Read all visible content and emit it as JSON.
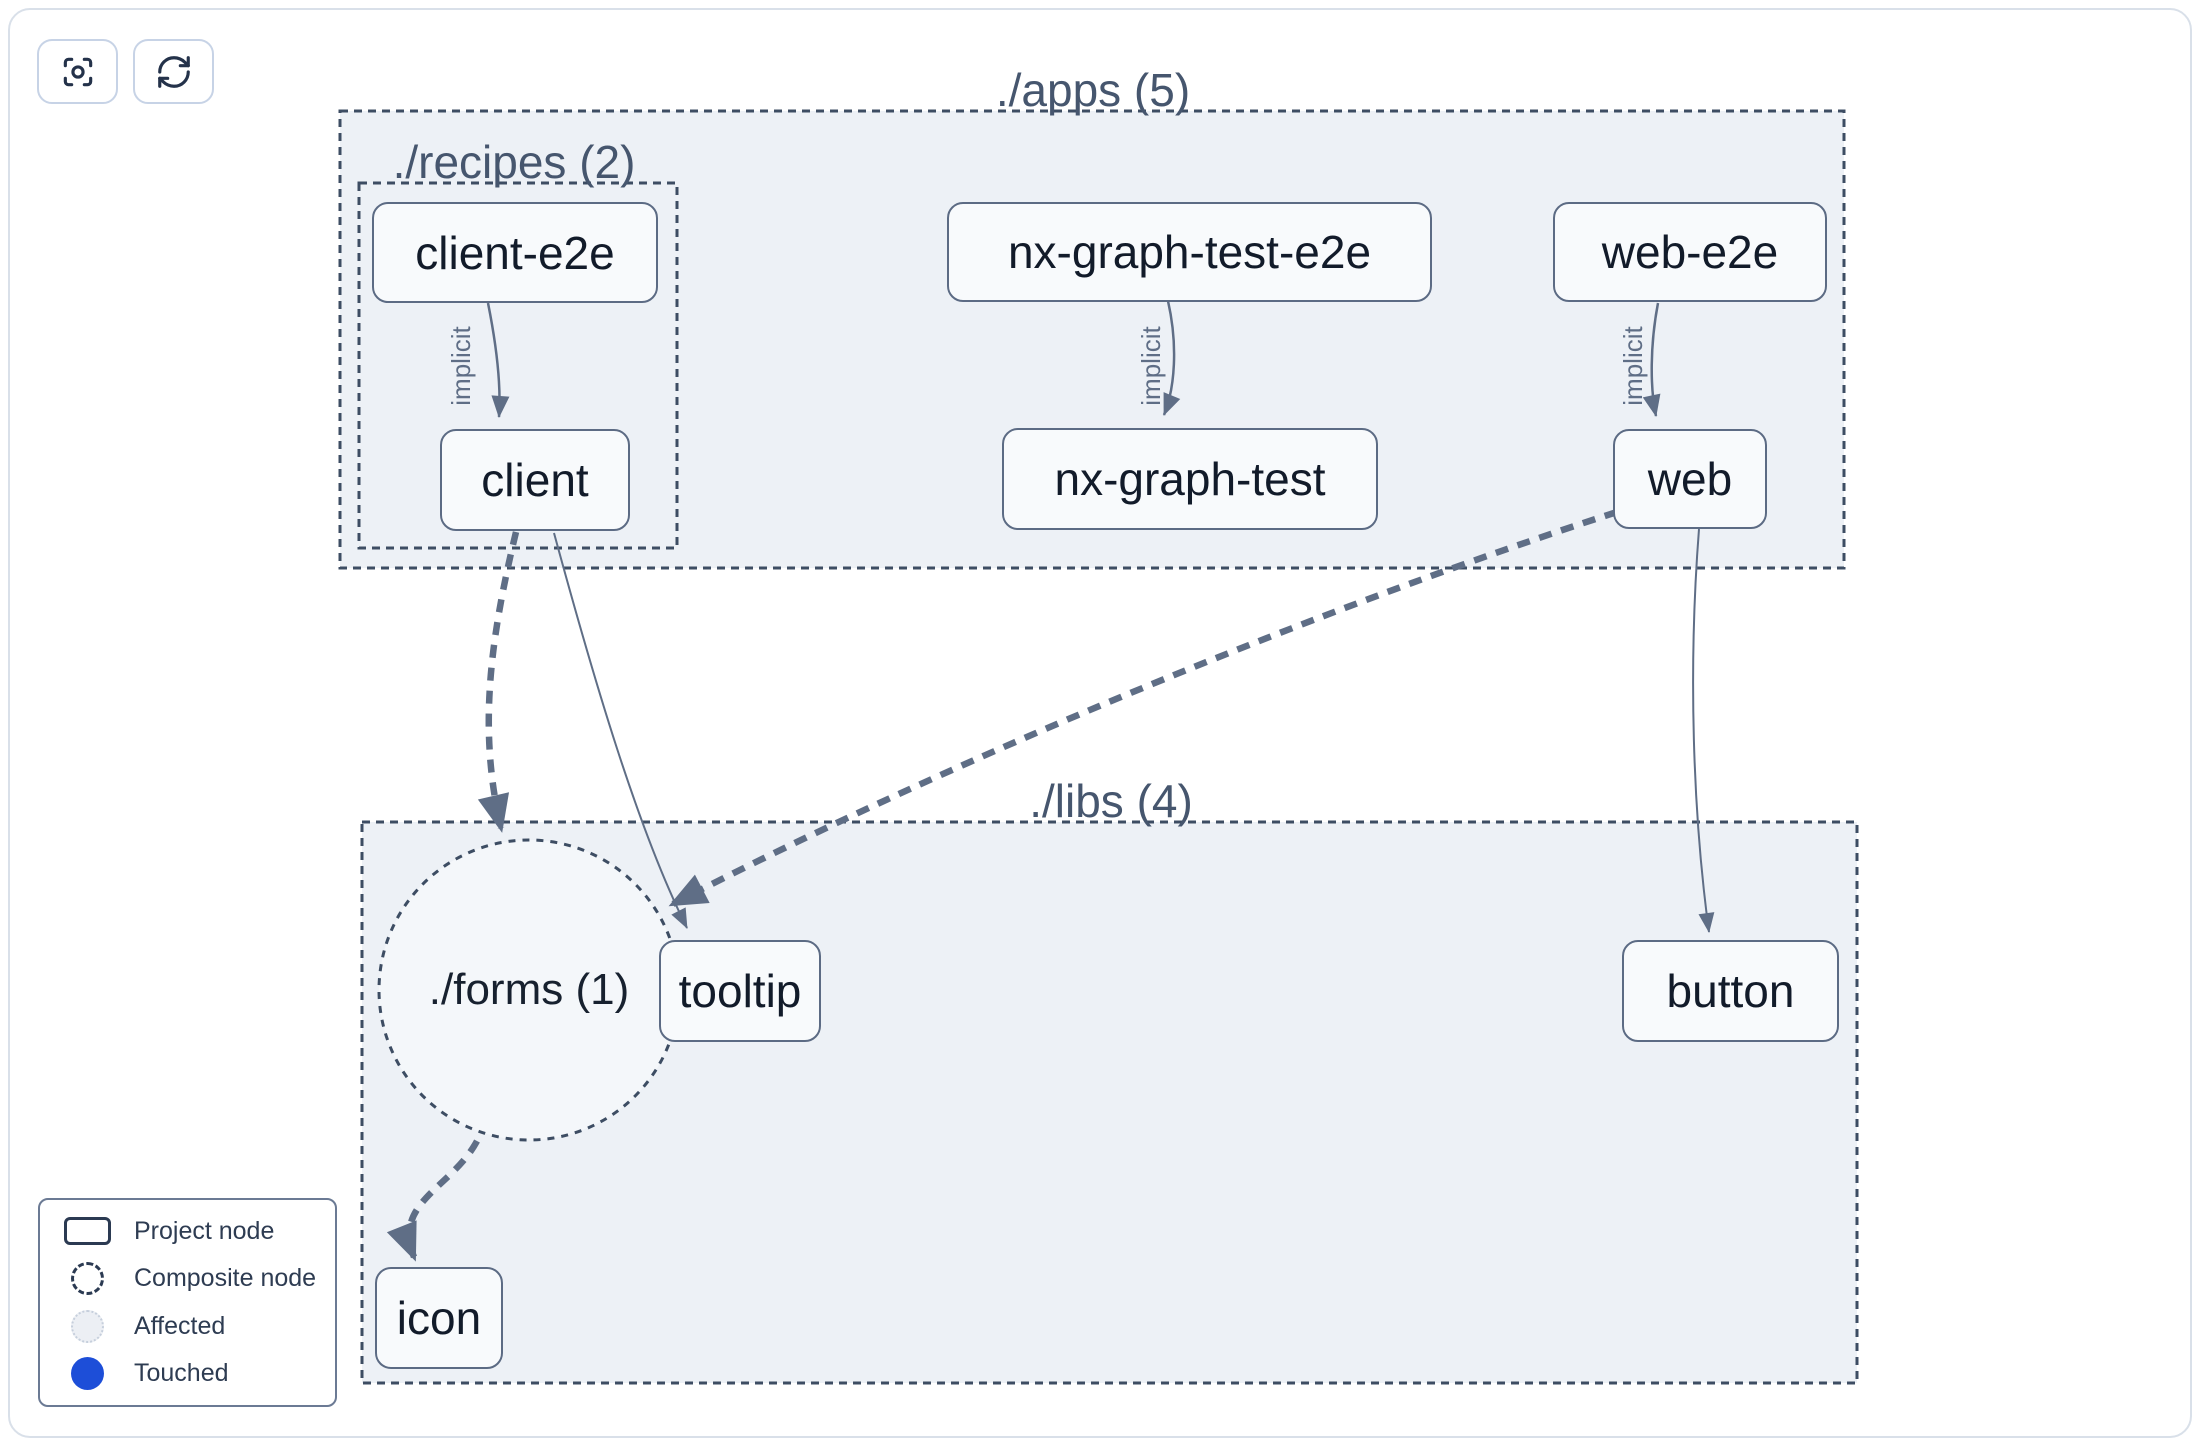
{
  "toolbar": {
    "buttons": [
      {
        "name": "center-graph",
        "icon": "focus-icon"
      },
      {
        "name": "refresh-graph",
        "icon": "refresh-icon"
      }
    ]
  },
  "groups": {
    "apps": {
      "label": "./apps (5)",
      "count": 5
    },
    "recipes": {
      "label": "./recipes (2)",
      "count": 2
    },
    "libs": {
      "label": "./libs (4)",
      "count": 4
    }
  },
  "composite_node": {
    "label": "./forms (1)",
    "count": 1
  },
  "nodes": {
    "client_e2e": {
      "label": "client-e2e"
    },
    "nx_graph_test_e2e": {
      "label": "nx-graph-test-e2e"
    },
    "web_e2e": {
      "label": "web-e2e"
    },
    "client": {
      "label": "client"
    },
    "nx_graph_test": {
      "label": "nx-graph-test"
    },
    "web": {
      "label": "web"
    },
    "tooltip": {
      "label": "tooltip"
    },
    "button": {
      "label": "button"
    },
    "icon": {
      "label": "icon"
    }
  },
  "edges": {
    "implicit_label": "implicit",
    "list": [
      {
        "from": "client-e2e",
        "to": "client",
        "type": "implicit"
      },
      {
        "from": "nx-graph-test-e2e",
        "to": "nx-graph-test",
        "type": "implicit"
      },
      {
        "from": "web-e2e",
        "to": "web",
        "type": "implicit"
      },
      {
        "from": "client",
        "to": "./forms (1)",
        "type": "dashed"
      },
      {
        "from": "client",
        "to": "tooltip",
        "type": "direct"
      },
      {
        "from": "web",
        "to": "./forms (1)",
        "type": "dashed"
      },
      {
        "from": "web",
        "to": "button",
        "type": "direct"
      },
      {
        "from": "./forms (1)",
        "to": "icon",
        "type": "dashed"
      }
    ]
  },
  "legend": {
    "items": [
      {
        "label": "Project node",
        "swatch": "project"
      },
      {
        "label": "Composite node",
        "swatch": "composite"
      },
      {
        "label": "Affected",
        "swatch": "affected"
      },
      {
        "label": "Touched",
        "swatch": "touched"
      }
    ]
  },
  "colors": {
    "group_fill": "#edf1f6",
    "group_border": "#3d4d63",
    "composite_fill": "#f4f7fa",
    "node_fill": "#f8fafc",
    "node_border": "#5c6b84",
    "node_text": "#121b2a",
    "edge": "#5f6e86",
    "group_label_text": "#46566e",
    "touched_blue": "#1d4ed8"
  }
}
